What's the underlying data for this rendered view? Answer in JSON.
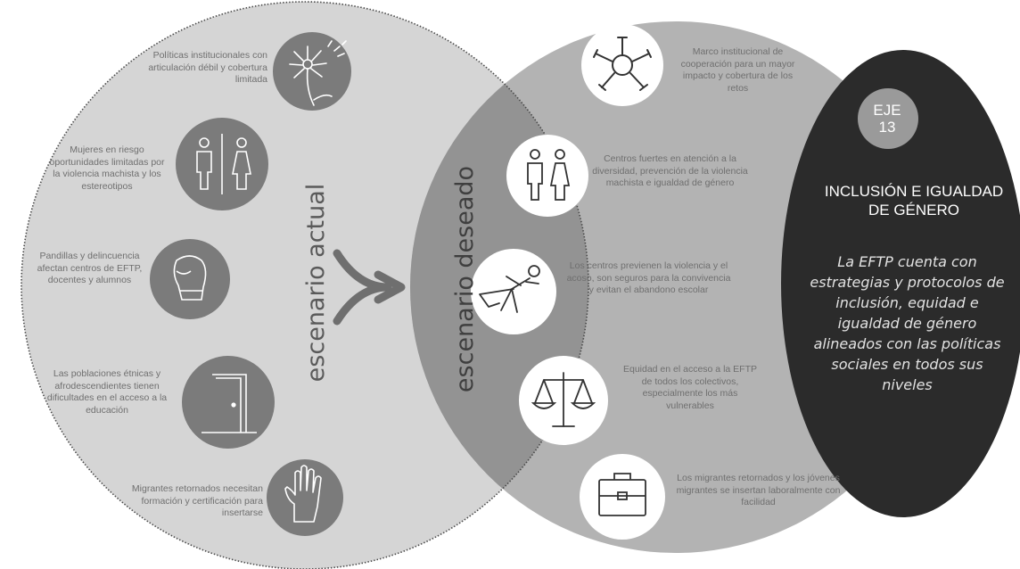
{
  "left_title": "escenario actual",
  "middle_title": "escenario deseado",
  "current_items": [
    {
      "text": "Políticas institucionales con articulación débil y cobertura limitada",
      "icon": "dandelion-icon"
    },
    {
      "text": "Mujeres en riesgo oportunidades limitadas por la violencia machista y los estereotipos",
      "icon": "restroom-icon"
    },
    {
      "text": "Pandillas y delincuencia afectan centros de EFTP, docentes y alumnos",
      "icon": "boxing-glove-icon"
    },
    {
      "text": "Las poblaciones étnicas y afrodescendientes tienen dificultades en el acceso a la educación",
      "icon": "door-icon"
    },
    {
      "text": "Migrantes retornados necesitan formación y certificación para insertarse",
      "icon": "hand-icon"
    }
  ],
  "desired_items": [
    {
      "text": "Marco institucional de cooperación para un mayor impacto y cobertura de los retos",
      "icon": "joined-hands-icon"
    },
    {
      "text": "Centros fuertes en atención a la diversidad, prevención de la violencia machista e igualdad de género",
      "icon": "man-woman-icon"
    },
    {
      "text": "Los centros previenen la violencia y el acoso, son seguros para la convivencia y evitan el abandono escolar",
      "icon": "superhero-icon"
    },
    {
      "text": "Equidad en el acceso a la EFTP de todos los colectivos, especialmente los más vulnerables",
      "icon": "scales-icon"
    },
    {
      "text": "Los migrantes retornados y los jóvenes migrantes se insertan laboralmente con facilidad",
      "icon": "briefcase-icon"
    }
  ],
  "axis": {
    "badge_line1": "EJE",
    "badge_line2": "13",
    "title_line1": "INCLUSIÓN E IGUALDAD",
    "title_line2": "DE GÉNERO",
    "statement": "La EFTP cuenta con estrategias y protocolos de inclusión, equidad e igualdad de género alineados con las políticas sociales en todos sus niveles"
  },
  "colors": {
    "current_circle": "#d5d5d5",
    "desired_circle": "#b3b3b3",
    "overlap": "#939393",
    "axis_ellipse": "#2b2b2b",
    "badge": "#9a9a9a",
    "icon_dark": "#7b7b7b",
    "text_gray": "#6f6f6f"
  }
}
